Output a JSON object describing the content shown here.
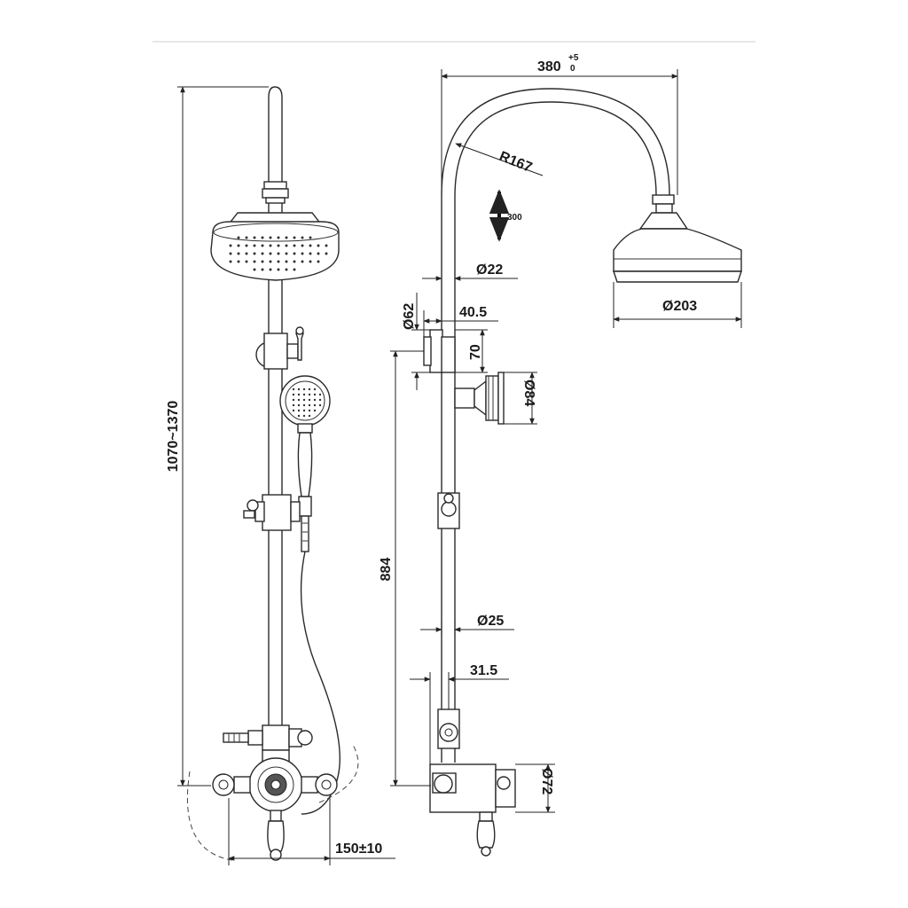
{
  "dimensions": {
    "width_top": "380",
    "width_top_tol_upper": "+5",
    "width_top_tol_lower": "0",
    "radius": "R167",
    "adjust": "300",
    "arm_dia": "Ø22",
    "head_dia": "Ø203",
    "flange_dia": "Ø62",
    "offset_top": "40.5",
    "bracket_h": "70",
    "hand_flange_dia": "Ø84",
    "total_height": "1070~1370",
    "riser_height": "884",
    "riser_dia": "Ø25",
    "offset_bottom": "31.5",
    "valve_dia": "Ø72",
    "centres": "150±10"
  },
  "colors": {
    "line": "#2a2a2a",
    "background": "#ffffff"
  }
}
